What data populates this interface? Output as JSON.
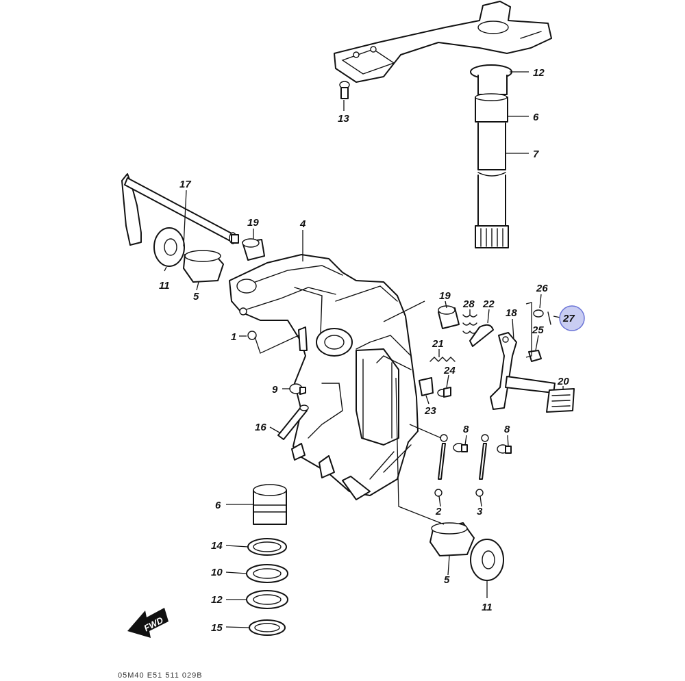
{
  "diagram": {
    "highlight_color": "#c9cdf2",
    "line_color": "#111111",
    "fwd_label": "FWD",
    "footer_code": "05M40 E51 511 029B",
    "callouts": [
      {
        "id": "c12a",
        "text": "12"
      },
      {
        "id": "c13",
        "text": "13"
      },
      {
        "id": "c6a",
        "text": "6"
      },
      {
        "id": "c7",
        "text": "7"
      },
      {
        "id": "c17",
        "text": "17"
      },
      {
        "id": "c19a",
        "text": "19"
      },
      {
        "id": "c4",
        "text": "4"
      },
      {
        "id": "c11a",
        "text": "11"
      },
      {
        "id": "c5a",
        "text": "5"
      },
      {
        "id": "c1",
        "text": "1"
      },
      {
        "id": "c19b",
        "text": "19"
      },
      {
        "id": "c28",
        "text": "28"
      },
      {
        "id": "c22",
        "text": "22"
      },
      {
        "id": "c26",
        "text": "26"
      },
      {
        "id": "c27",
        "text": "27"
      },
      {
        "id": "c18",
        "text": "18"
      },
      {
        "id": "c25",
        "text": "25"
      },
      {
        "id": "c21",
        "text": "21"
      },
      {
        "id": "c24",
        "text": "24"
      },
      {
        "id": "c20",
        "text": "20"
      },
      {
        "id": "c9",
        "text": "9"
      },
      {
        "id": "c23",
        "text": "23"
      },
      {
        "id": "c16",
        "text": "16"
      },
      {
        "id": "c8a",
        "text": "8"
      },
      {
        "id": "c8b",
        "text": "8"
      },
      {
        "id": "c6b",
        "text": "6"
      },
      {
        "id": "c2",
        "text": "2"
      },
      {
        "id": "c3",
        "text": "3"
      },
      {
        "id": "c14",
        "text": "14"
      },
      {
        "id": "c10",
        "text": "10"
      },
      {
        "id": "c5b",
        "text": "5"
      },
      {
        "id": "c12b",
        "text": "12"
      },
      {
        "id": "c11b",
        "text": "11"
      },
      {
        "id": "c15",
        "text": "15"
      }
    ]
  }
}
